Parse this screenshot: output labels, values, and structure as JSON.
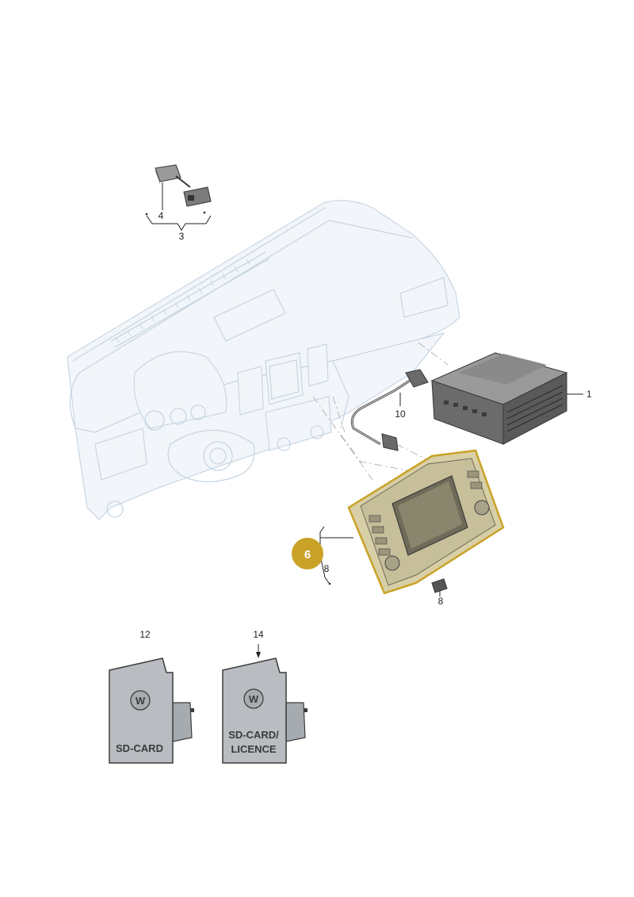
{
  "colors": {
    "highlight": "#c9a227",
    "highlight_fill": "#d8cfa6",
    "ghost_line": "#c9d6e3",
    "part_dark": "#555555",
    "booklet": "#b9bdc1"
  },
  "callouts": {
    "c1": "1",
    "c3": "3",
    "c4": "4",
    "c6": "6",
    "c8a": "8",
    "c8b": "8",
    "c10": "10",
    "c12": "12",
    "c14": "14"
  },
  "booklets": {
    "sd_card": {
      "line1": "SD-CARD",
      "icon": "vw-logo-icon"
    },
    "sd_card_licence": {
      "line1": "SD-CARD/",
      "line2": "LICENCE",
      "icon": "vw-logo-icon"
    }
  }
}
